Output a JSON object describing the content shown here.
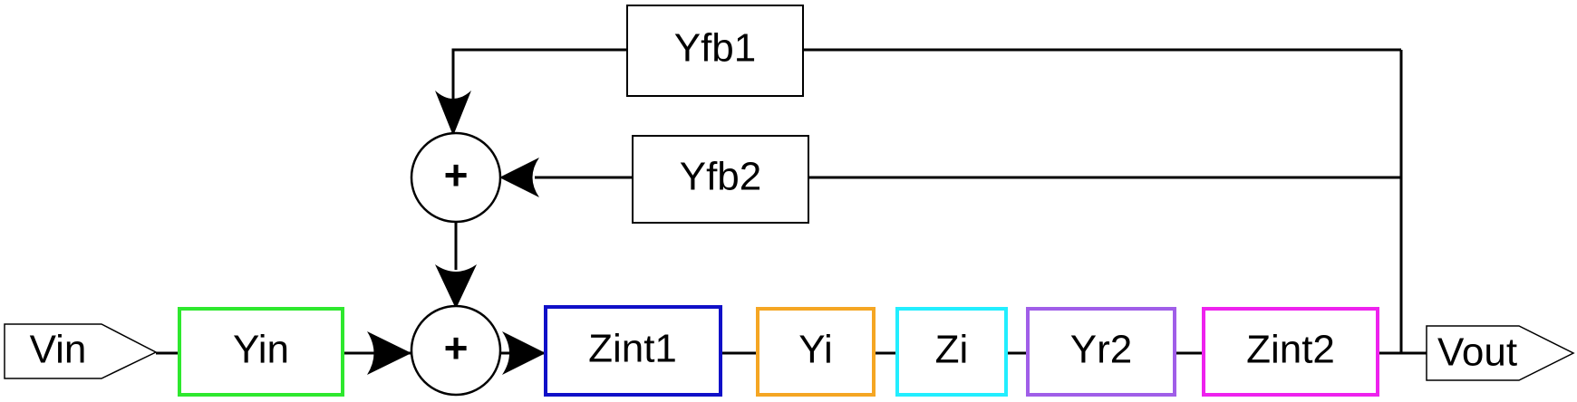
{
  "blocks": {
    "vin": "Vin",
    "yin": "Yin",
    "zint1": "Zint1",
    "yi": "Yi",
    "zi": "Zi",
    "yr2": "Yr2",
    "zint2": "Zint2",
    "vout": "Vout",
    "yfb1": "Yfb1",
    "yfb2": "Yfb2"
  },
  "summing_junctions": {
    "upper": "+",
    "lower": "+"
  },
  "colors": {
    "yin": "#2ee82e",
    "zint1": "#1010c8",
    "yi": "#f5a623",
    "zi": "#22eeff",
    "yr2": "#a05ee8",
    "zint2": "#ee22ee",
    "default": "#000000"
  }
}
